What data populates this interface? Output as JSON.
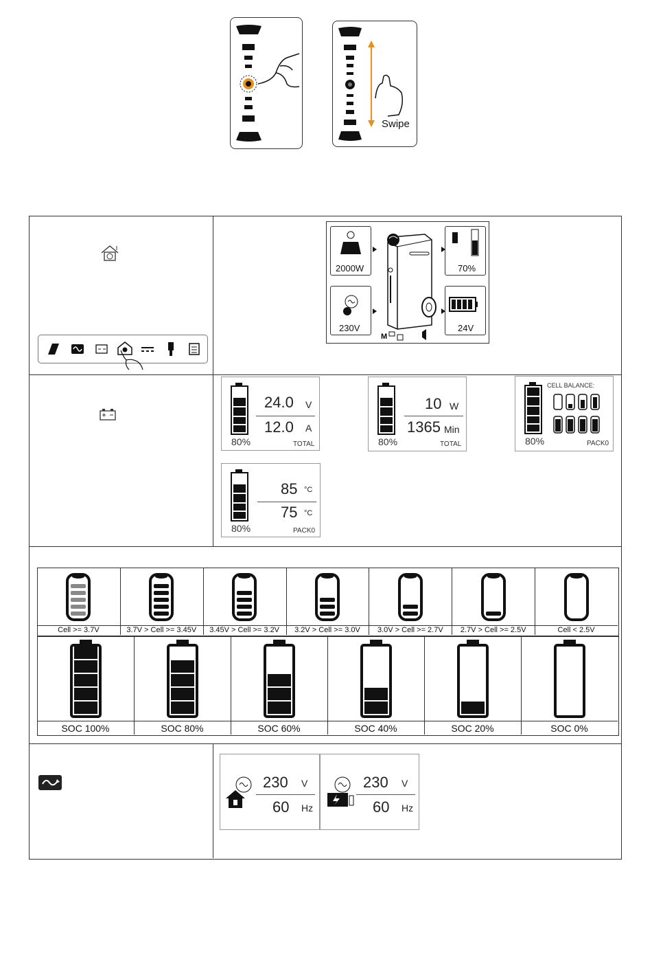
{
  "gesture": {
    "swipe_label": "Swipe"
  },
  "home_row": {
    "icon_bar": [
      "solar-panel-icon",
      "ac-wave-icon",
      "battery-icon",
      "home-settings-icon",
      "dc-icon",
      "bulb-icon",
      "log-icon"
    ],
    "screen": {
      "solar_value": "2000W",
      "load_value": "70%",
      "ac_value": "230V",
      "battery_value": "24V"
    }
  },
  "battery_row": {
    "screen1": {
      "value1": "24.0",
      "unit1": "V",
      "value2": "12.0",
      "unit2": "A",
      "pct": "80%",
      "tag": "TOTAL"
    },
    "screen2": {
      "value1": "10",
      "unit1": "W",
      "value2": "1365",
      "unit2": "Min",
      "pct": "80%",
      "tag": "TOTAL"
    },
    "screen3": {
      "title": "CELL BALANCE:",
      "pct": "80%",
      "tag": "PACK0"
    },
    "screen4": {
      "value1": "85",
      "unit1": "°C",
      "value2": "75",
      "unit2": "°C",
      "pct": "80%",
      "tag": "PACK0"
    }
  },
  "cell_levels": [
    {
      "label": "Cell >= 3.7V",
      "bars": 5
    },
    {
      "label": "3.7V > Cell >= 3.45V",
      "bars": 5
    },
    {
      "label": "3.45V > Cell >= 3.2V",
      "bars": 4
    },
    {
      "label": "3.2V > Cell >= 3.0V",
      "bars": 3
    },
    {
      "label": "3.0V > Cell >= 2.7V",
      "bars": 2
    },
    {
      "label": "2.7V > Cell >= 2.5V",
      "bars": 1
    },
    {
      "label": "Cell < 2.5V",
      "bars": 0
    }
  ],
  "soc_levels": [
    {
      "label": "SOC 100%",
      "bars": 5
    },
    {
      "label": "SOC 80%",
      "bars": 4
    },
    {
      "label": "SOC 60%",
      "bars": 3
    },
    {
      "label": "SOC 40%",
      "bars": 2
    },
    {
      "label": "SOC 20%",
      "bars": 1
    },
    {
      "label": "SOC 0%",
      "bars": 0
    }
  ],
  "ac_row": {
    "screen1": {
      "value1": "230",
      "unit1": "V",
      "value2": "60",
      "unit2": "Hz"
    },
    "screen2": {
      "value1": "230",
      "unit1": "V",
      "value2": "60",
      "unit2": "Hz"
    }
  },
  "colors": {
    "accent": "#e8901c",
    "ink": "#111111"
  }
}
